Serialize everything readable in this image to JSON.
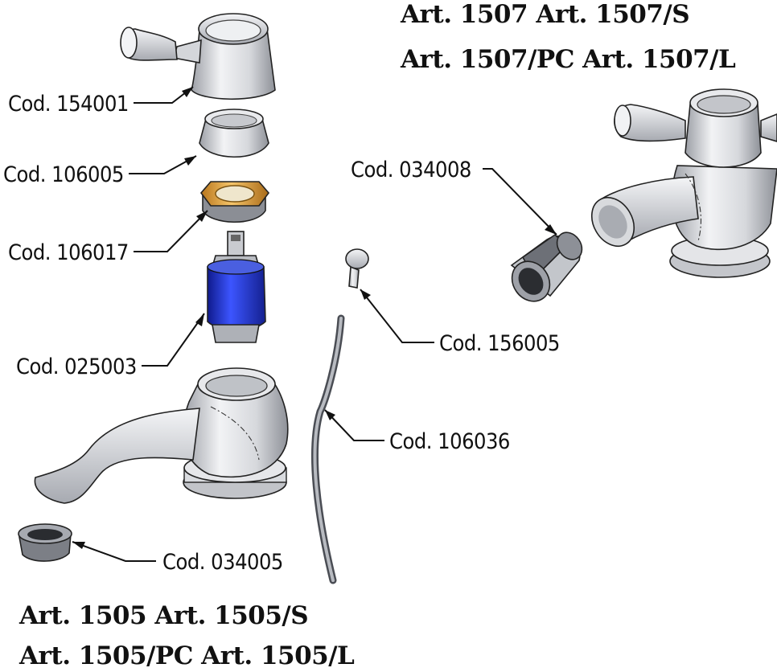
{
  "labels": {
    "handle": "Cod. 154001",
    "ring": "Cod. 106005",
    "nut": "Cod. 106017",
    "cartridge": "Cod. 025003",
    "aerator_small": "Cod. 034005",
    "aerator_large": "Cod. 034008",
    "knob": "Cod. 156005",
    "rod": "Cod. 106036"
  },
  "articles": {
    "right_line1": "Art. 1507 Art. 1507/S",
    "right_line2": "Art. 1507/PC Art. 1507/L",
    "left_line1": "Art. 1505 Art. 1505/S",
    "left_line2": "Art. 1505/PC Art. 1505/L"
  },
  "colors": {
    "metal": "#dcdde0",
    "nut": "#e2a43a",
    "cartridge": "#2233cc"
  }
}
